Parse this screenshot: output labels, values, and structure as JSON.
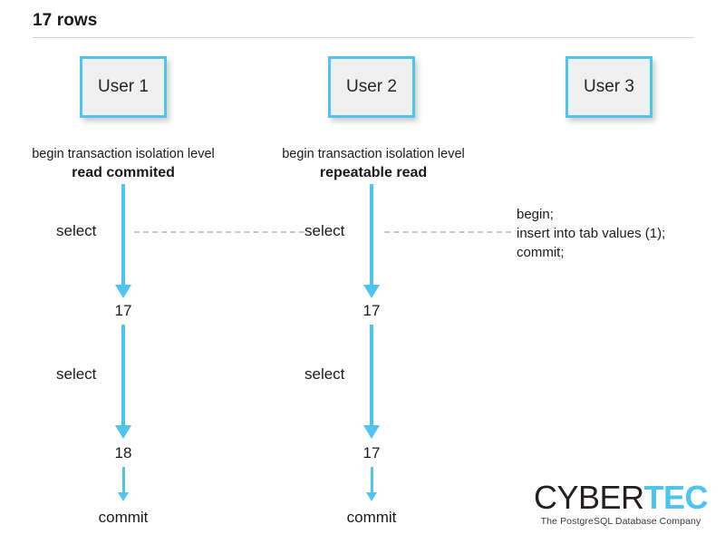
{
  "header": {
    "title": "17 rows"
  },
  "users": [
    {
      "box_label": "User 1"
    },
    {
      "box_label": "User 2"
    },
    {
      "box_label": "User 3"
    }
  ],
  "isolation": [
    {
      "prefix": "begin transaction isolation level",
      "level": "read commited"
    },
    {
      "prefix": "begin transaction isolation level",
      "level": "repeatable read"
    }
  ],
  "timeline": {
    "user1": {
      "step1_label": "select",
      "step1_result": "17",
      "step2_label": "select",
      "step2_result": "18",
      "final_label": "commit"
    },
    "user2": {
      "step1_label": "select",
      "step1_result": "17",
      "step2_label": "select",
      "step2_result": "17",
      "final_label": "commit"
    },
    "user3": {
      "sql_line1": "begin;",
      "sql_line2": "insert into tab values (1);",
      "sql_line3": "commit;"
    }
  },
  "logo": {
    "name_part1": "CYBER",
    "name_part2": "TEC",
    "tagline": "The PostgreSQL Database Company"
  },
  "colors": {
    "accent": "#4ec4ee",
    "box_fill": "#f0f0f0",
    "text": "#1a1a1a",
    "dashed_line": "#c9c9c9",
    "rule": "#d2d2d2"
  }
}
